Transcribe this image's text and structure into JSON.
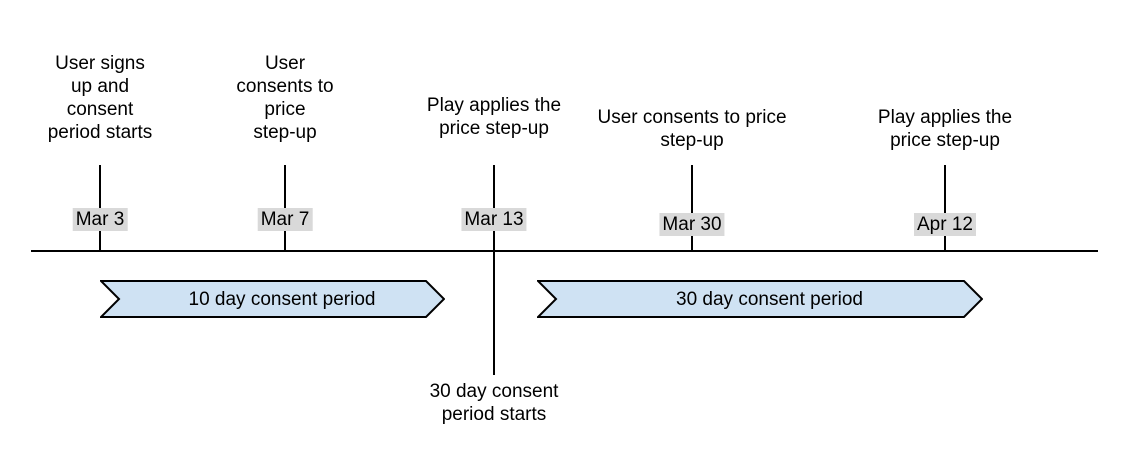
{
  "timeline": {
    "events": [
      {
        "date": "Mar 3",
        "label": "User signs\nup and\nconsent\nperiod starts"
      },
      {
        "date": "Mar 7",
        "label": "User\nconsents to\nprice\nstep-up"
      },
      {
        "date": "Mar 13",
        "label": "Play applies the\nprice step-up",
        "note": "30 day consent\nperiod starts"
      },
      {
        "date": "Mar 30",
        "label": "User consents to price\nstep-up"
      },
      {
        "date": "Apr 12",
        "label": "Play applies the\nprice step-up"
      }
    ],
    "periods": [
      {
        "label": "10 day consent period"
      },
      {
        "label": "30 day consent period"
      }
    ],
    "colors": {
      "banner_fill": "#cfe2f3",
      "banner_border": "#000000",
      "date_chip_bg": "#d9d9d9",
      "line": "#000000",
      "text": "#000000"
    }
  }
}
